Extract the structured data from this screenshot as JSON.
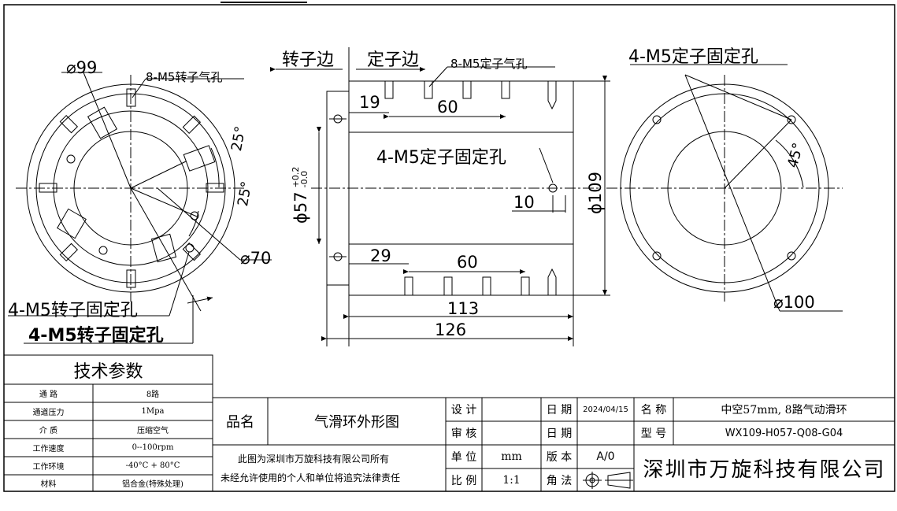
{
  "drawing": {
    "left_view": {
      "dia_99": "⌀99",
      "rotor_air_holes": "8-M5转子气孔",
      "angle_25_a": "25°",
      "angle_25_b": "25°",
      "dia_70": "⌀70",
      "rotor_fix_a": "4-M5转子固定孔",
      "rotor_fix_b": "4-M5转子固定孔"
    },
    "side_view": {
      "rotor_side": "转子边",
      "stator_side": "定子边",
      "stator_air_holes": "8-M5定子气孔",
      "dim_19": "19",
      "dim_60_top": "60",
      "stator_fix": "4-M5定子固定孔",
      "bore": "ϕ57",
      "tol_upper": "+0.2",
      "tol_lower": "-0.0",
      "dim_10": "10",
      "dia_109": "ϕ109",
      "dim_29": "29",
      "dim_60_bottom": "60",
      "dim_113": "113",
      "dim_126": "126"
    },
    "right_view": {
      "stator_fix": "4-M5定子固定孔",
      "angle_45": "45°",
      "dia_100": "⌀100"
    }
  },
  "spec_table": {
    "title": "技术参数",
    "rows": [
      {
        "label": "通 路",
        "value": "8路"
      },
      {
        "label": "通道压力",
        "value": "1Mpa"
      },
      {
        "label": "介 质",
        "value": "压缩空气"
      },
      {
        "label": "工作速度",
        "value": "0--100rpm"
      },
      {
        "label": "工作环境",
        "value": "-40°C + 80°C"
      },
      {
        "label": "材料",
        "value": "铝合金(特殊处理)"
      }
    ]
  },
  "title_block": {
    "name_label": "品名",
    "name_value": "气滑环外形图",
    "copyright_line1": "此图为深圳市万旋科技有限公司所有",
    "copyright_line2": "未经允许使用的个人和单位将追究法律责任",
    "design_label": "设 计",
    "design_value": "",
    "check_label": "审 核",
    "check_value": "",
    "unit_label": "单 位",
    "unit_value": "mm",
    "scale_label": "比 例",
    "scale_value": "1:1",
    "date_label": "日 期",
    "date_value": "2024/04/15",
    "date2_label": "日 期",
    "date2_value": "",
    "version_label": "版 本",
    "version_value": "A/0",
    "projection_label": "角 法",
    "product_name_label": "名 称",
    "product_name_value": "中空57mm, 8路气动滑环",
    "model_label": "型 号",
    "model_value": "WX109-H057-Q08-G04",
    "company": "深圳市万旋科技有限公司"
  }
}
